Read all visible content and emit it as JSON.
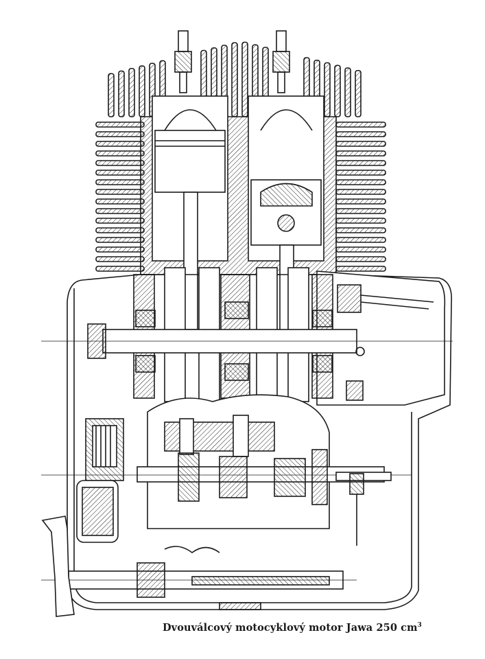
{
  "figure": {
    "subject": "engine-cross-section",
    "caption_main": "Dvouválcový motocyklový motor Jawa 250 cm",
    "caption_superscript": "3",
    "ink_color": "#1a1a1a",
    "paper_color": "#ffffff"
  }
}
